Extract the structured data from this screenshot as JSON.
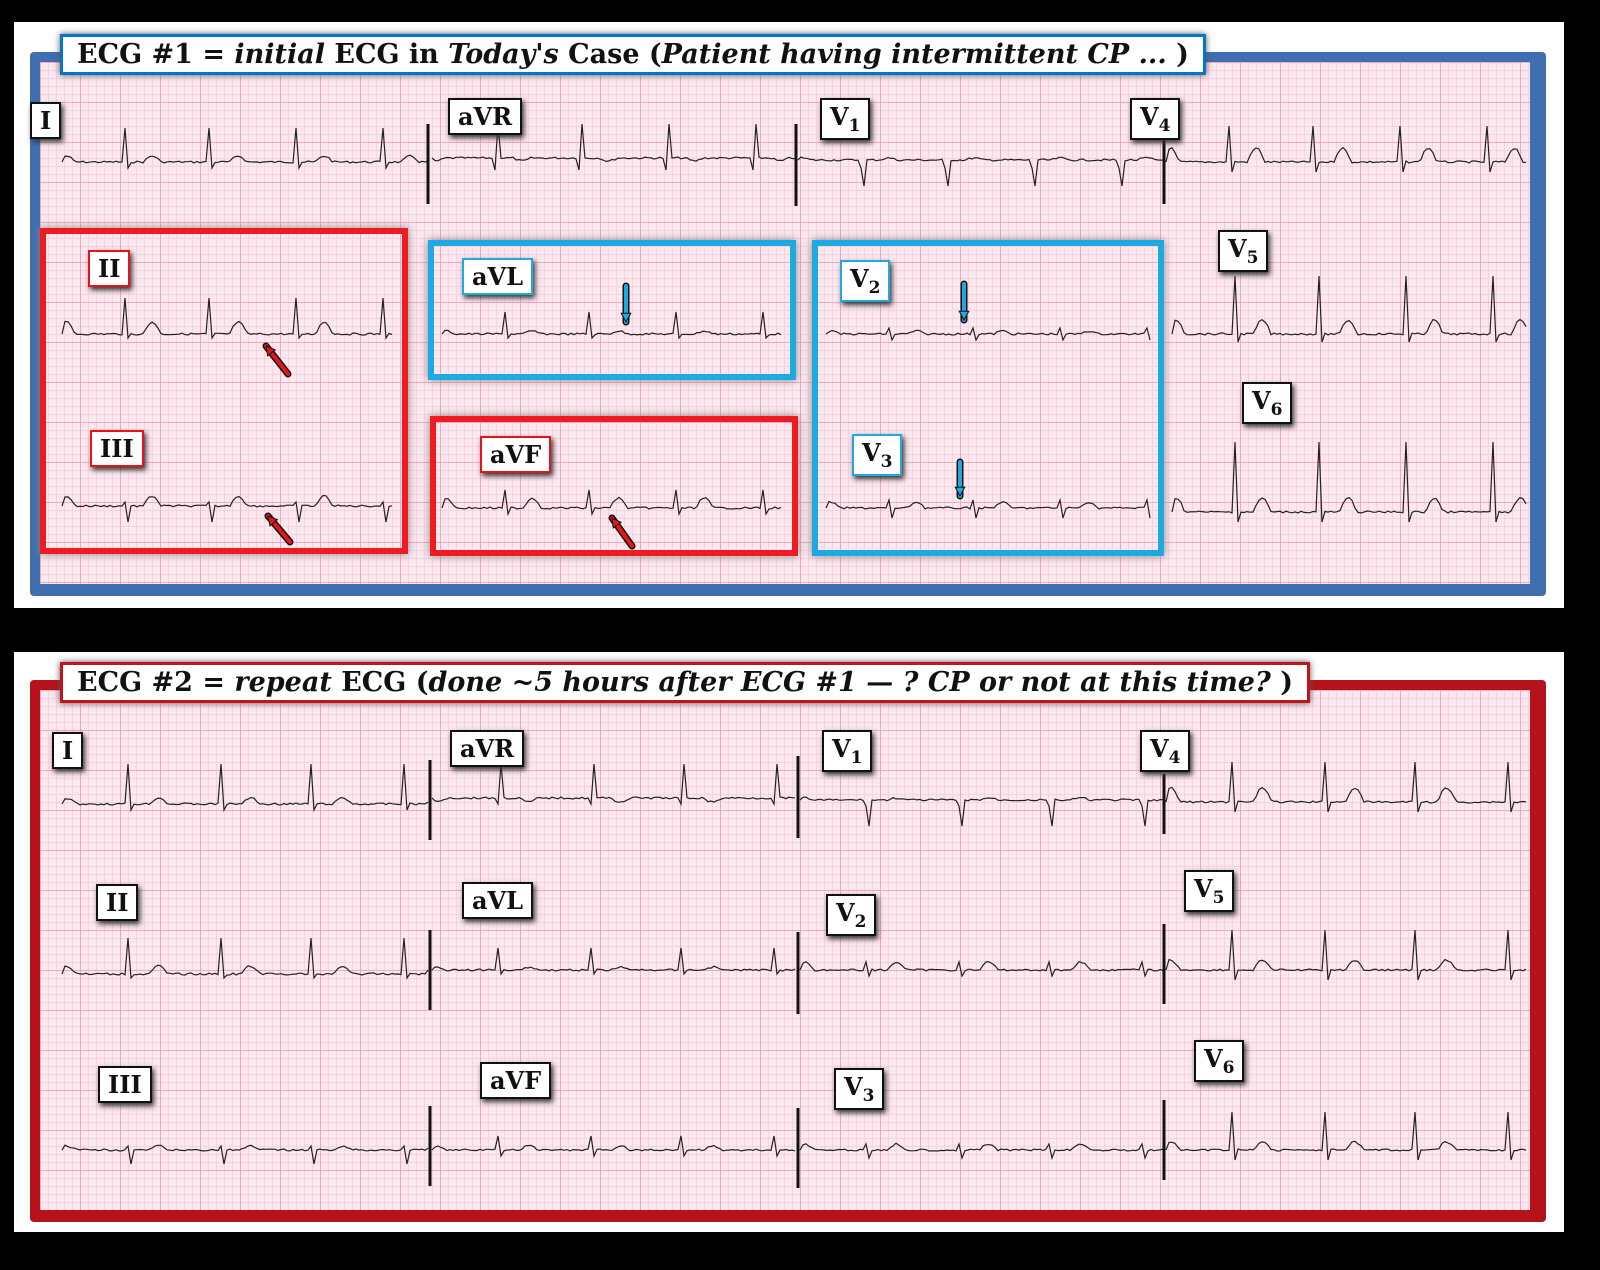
{
  "ecg1": {
    "title_plain1": "ECG #1 = ",
    "title_it1": "initial",
    "title_plain2": " ECG in ",
    "title_it2": "Today's",
    "title_plain3": " Case (",
    "title_it3": "Patient having intermittent CP ...",
    "title_plain4": " )",
    "leads": {
      "I": "I",
      "aVR": "aVR",
      "V1": "V",
      "V4": "V",
      "II": "II",
      "aVL": "aVL",
      "V2": "V",
      "V5": "V",
      "III": "III",
      "aVF": "aVF",
      "V3": "V",
      "V6": "V"
    },
    "subs": {
      "V1": "1",
      "V2": "2",
      "V3": "3",
      "V4": "4",
      "V5": "5",
      "V6": "6"
    }
  },
  "ecg2": {
    "title_plain1": "ECG #2 = ",
    "title_it1": "repeat",
    "title_plain2": " ECG (",
    "title_it2": "done ~5 hours after ECG #1 — ? CP or not at this time?",
    "title_plain3": " )",
    "leads": {
      "I": "I",
      "aVR": "aVR",
      "V1": "V",
      "V4": "V",
      "II": "II",
      "aVL": "aVL",
      "V2": "V",
      "V5": "V",
      "III": "III",
      "aVF": "aVF",
      "V3": "V",
      "V6": "V"
    },
    "subs": {
      "V1": "1",
      "V2": "2",
      "V3": "3",
      "V4": "4",
      "V5": "5",
      "V6": "6"
    }
  },
  "colors": {
    "ecg1_frame": "#3f6fb0",
    "ecg2_frame": "#b5121b",
    "highlight_red": "#ee1c22",
    "highlight_blue": "#1ea9e1",
    "grid": "#fbe7ee"
  }
}
